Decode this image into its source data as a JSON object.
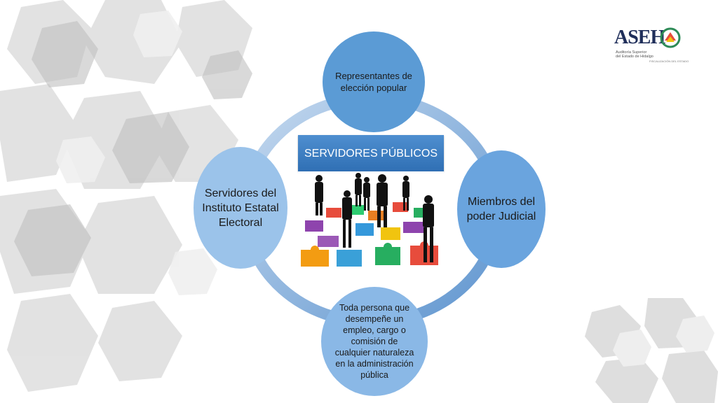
{
  "diagram": {
    "center_title": "SERVIDORES PÚBLICOS",
    "nodes": {
      "top": "Representantes de elección popular",
      "right": "Miembros del poder Judicial",
      "bottom": "Toda persona que desempeñe un empleo, cargo o comisión de cualquier naturaleza en la administración pública",
      "left": "Servidores del Instituto Estatal Electoral"
    }
  },
  "logo": {
    "name": "ASEH",
    "line1": "Auditoría Superior",
    "line2": "del Estado de Hidalgo",
    "line3": "FISCALIZACIÓN DEL ESTADO"
  },
  "colors": {
    "ring": "#7fa9d8",
    "title_bg": "#3a7cc0"
  }
}
